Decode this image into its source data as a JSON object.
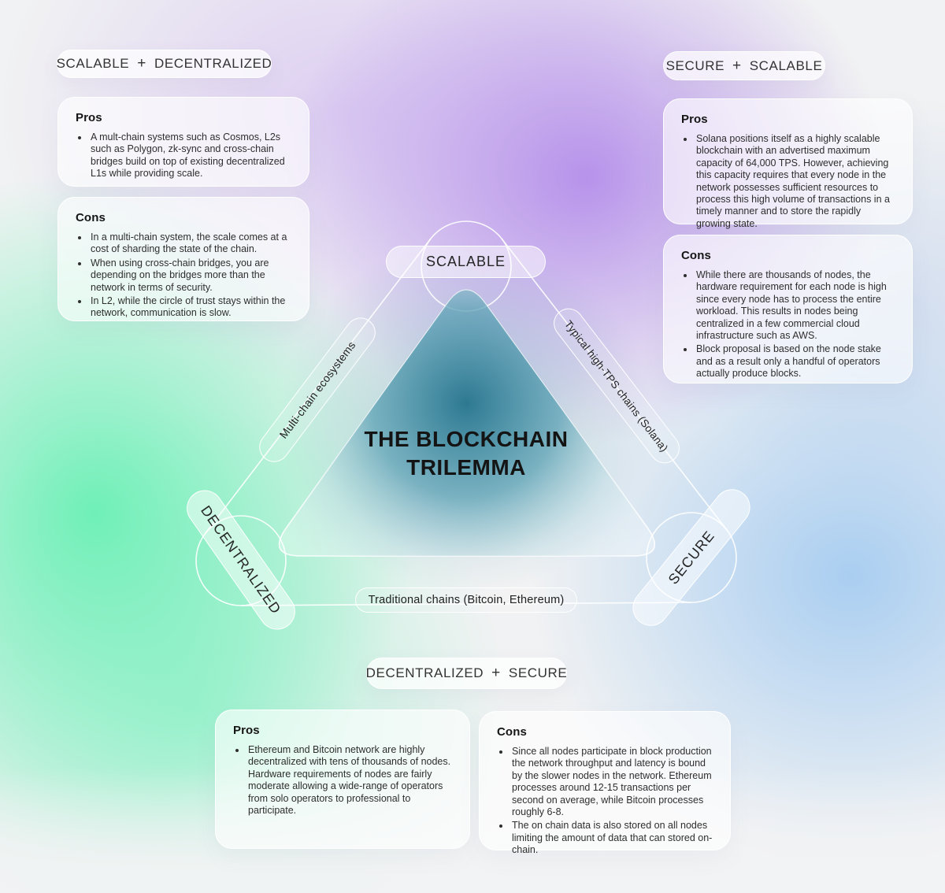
{
  "title": {
    "text": "THE BLOCKCHAIN TRILEMMA",
    "line1": "THE BLOCKCHAIN",
    "line2": "TRILEMMA"
  },
  "vertices": {
    "top": "SCALABLE",
    "bottom_left": "DECENTRALIZED",
    "bottom_right": "SECURE"
  },
  "edges": {
    "left": "Multi-chain ecosystems",
    "right": "Typical high-TPS chains (Solana)",
    "bottom": "Traditional chains (Bitcoin, Ethereum)"
  },
  "sections": {
    "scalable_decentralized": {
      "label_left": "SCALABLE",
      "label_plus": "+",
      "label_right": "DECENTRALIZED",
      "pros_title": "Pros",
      "cons_title": "Cons",
      "pros": [
        "A mult-chain systems such as Cosmos, L2s such as Polygon, zk-sync and cross-chain bridges build on top of existing decentralized L1s while providing scale."
      ],
      "cons": [
        "In a multi-chain system, the scale comes at a cost of sharding the state of the chain.",
        "When using cross-chain bridges, you are depending on the bridges more than the network in terms of security.",
        "In L2, while the circle of trust stays within the network, communication is slow."
      ]
    },
    "secure_scalable": {
      "label_left": "SECURE",
      "label_plus": "+",
      "label_right": "SCALABLE",
      "pros_title": "Pros",
      "cons_title": "Cons",
      "pros": [
        "Solana positions itself as a highly scalable blockchain with an advertised maximum capacity of 64,000 TPS. However, achieving this capacity requires that every node in the network possesses sufficient resources to process this high volume of transactions in a timely manner and to store the rapidly growing state."
      ],
      "cons": [
        "While there are thousands of nodes, the hardware requirement for each node is high since every node has to process the entire workload. This results in nodes being centralized in a few commercial cloud infrastructure such as AWS.",
        "Block proposal is based on the node stake and as a result only a handful of operators actually produce blocks."
      ]
    },
    "decentralized_secure": {
      "label_left": "DECENTRALIZED",
      "label_plus": "+",
      "label_right": "SECURE",
      "pros_title": "Pros",
      "cons_title": "Cons",
      "pros": [
        "Ethereum and Bitcoin network are highly decentralized with tens of thousands of nodes. Hardware requirements of nodes are fairly moderate allowing a wide-range of operators from solo operators to professional to participate."
      ],
      "cons": [
        "Since all nodes participate in block production the network throughput and latency is bound by the slower nodes in the network. Ethereum processes around 12-15 transactions per second on average, while Bitcoin processes roughly 6-8.",
        "The on chain data is also stored on all nodes limiting the amount of data that can stored on-chain."
      ]
    }
  },
  "colors": {
    "background_base": "#f1f2f3",
    "purple_blob": "#a87ae8",
    "green_blob": "#5cf0af",
    "blue_blob": "#98c5f0",
    "teal_glow": "#2e7b93",
    "glass_white": "#ffffff",
    "text_dark": "#2b2b2b"
  }
}
